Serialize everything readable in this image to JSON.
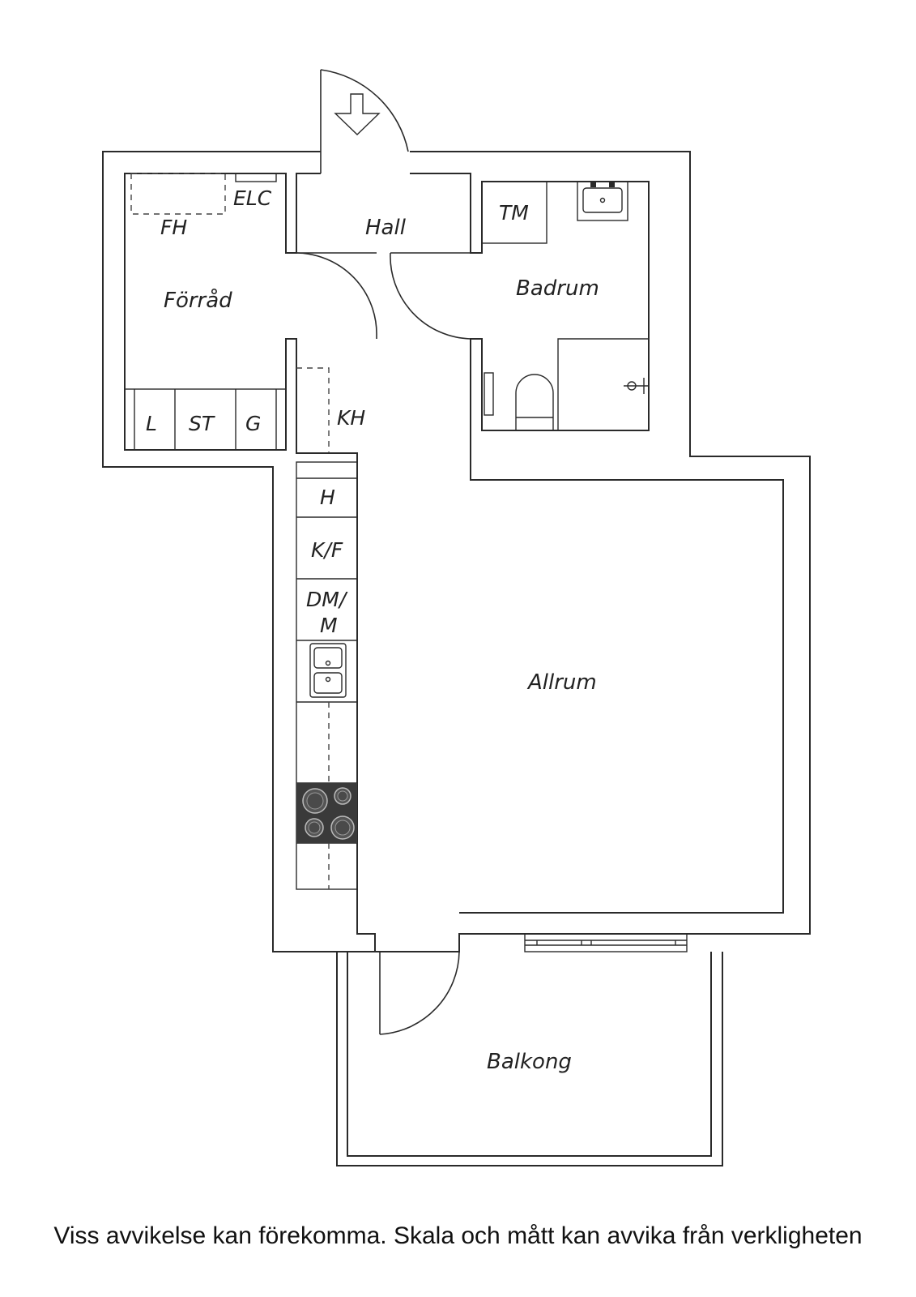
{
  "rooms": {
    "hall": "Hall",
    "forrad": "Förråd",
    "badrum": "Badrum",
    "allrum": "Allrum",
    "balkong": "Balkong"
  },
  "fixtures": {
    "fh": "FH",
    "elc": "ELC",
    "tm": "TM",
    "kh": "KH",
    "l": "L",
    "st": "ST",
    "g": "G",
    "h": "H",
    "kf": "K/F",
    "dm_line1": "DM/",
    "dm_line2": "M"
  },
  "icons": {
    "entrance": "down-arrow-icon",
    "sink": "sink-icon",
    "toilet": "toilet-icon",
    "shower": "shower-icon",
    "kitchen_sink": "double-sink-icon",
    "stove": "stove-icon"
  },
  "colors": {
    "lines": "#2a2a2a",
    "stove": "#3a3a3a"
  },
  "footer": {
    "disclaimer": "Viss avvikelse kan förekomma. Skala och mått kan avvika från verkligheten"
  }
}
